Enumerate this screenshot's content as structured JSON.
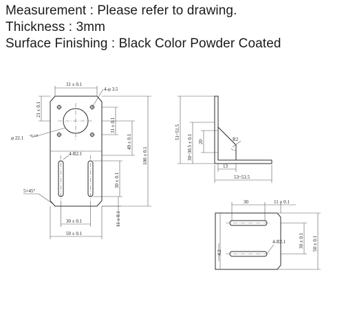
{
  "specs": {
    "measurement": "Measurement : Please refer to drawing.",
    "thickness": "Thickness : 3mm",
    "surface": "Surface Finishing : Black Color Powder Coated"
  },
  "front_view": {
    "top_width": "31 ± 0.1",
    "holes": "4-φ 3.5",
    "top_offset": "21 ± 0.1",
    "hole_spacing_v": "31 ± 0.1",
    "center_to_slot": "49 ± 0.1",
    "overall_height": "100 ± 0.1",
    "center_hole": "φ 22.1",
    "center_hole_tol": "+0.1/0",
    "slot_width": "4-R2.1",
    "slot_length": "30 ± 0.1",
    "chamfer": "5×45°",
    "slot_spacing": "30 ± 0.1",
    "bottom_offset": "11 ± 0.1",
    "overall_width": "50 ± 0.1"
  },
  "side_view": {
    "height": "51~51.5",
    "inner_height": "30~30.5 ± 0.1",
    "gusset_height": "20",
    "radius": "R2",
    "base_offset": "13",
    "length": "53~53.5"
  },
  "bottom_view": {
    "slot_length": "30",
    "edge_offset": "11 ± 0.1",
    "slot_offset": "4.2",
    "slot_width": "4-R2.1",
    "depth": "30 ± 0.1",
    "width": "50 ± 0.1"
  }
}
